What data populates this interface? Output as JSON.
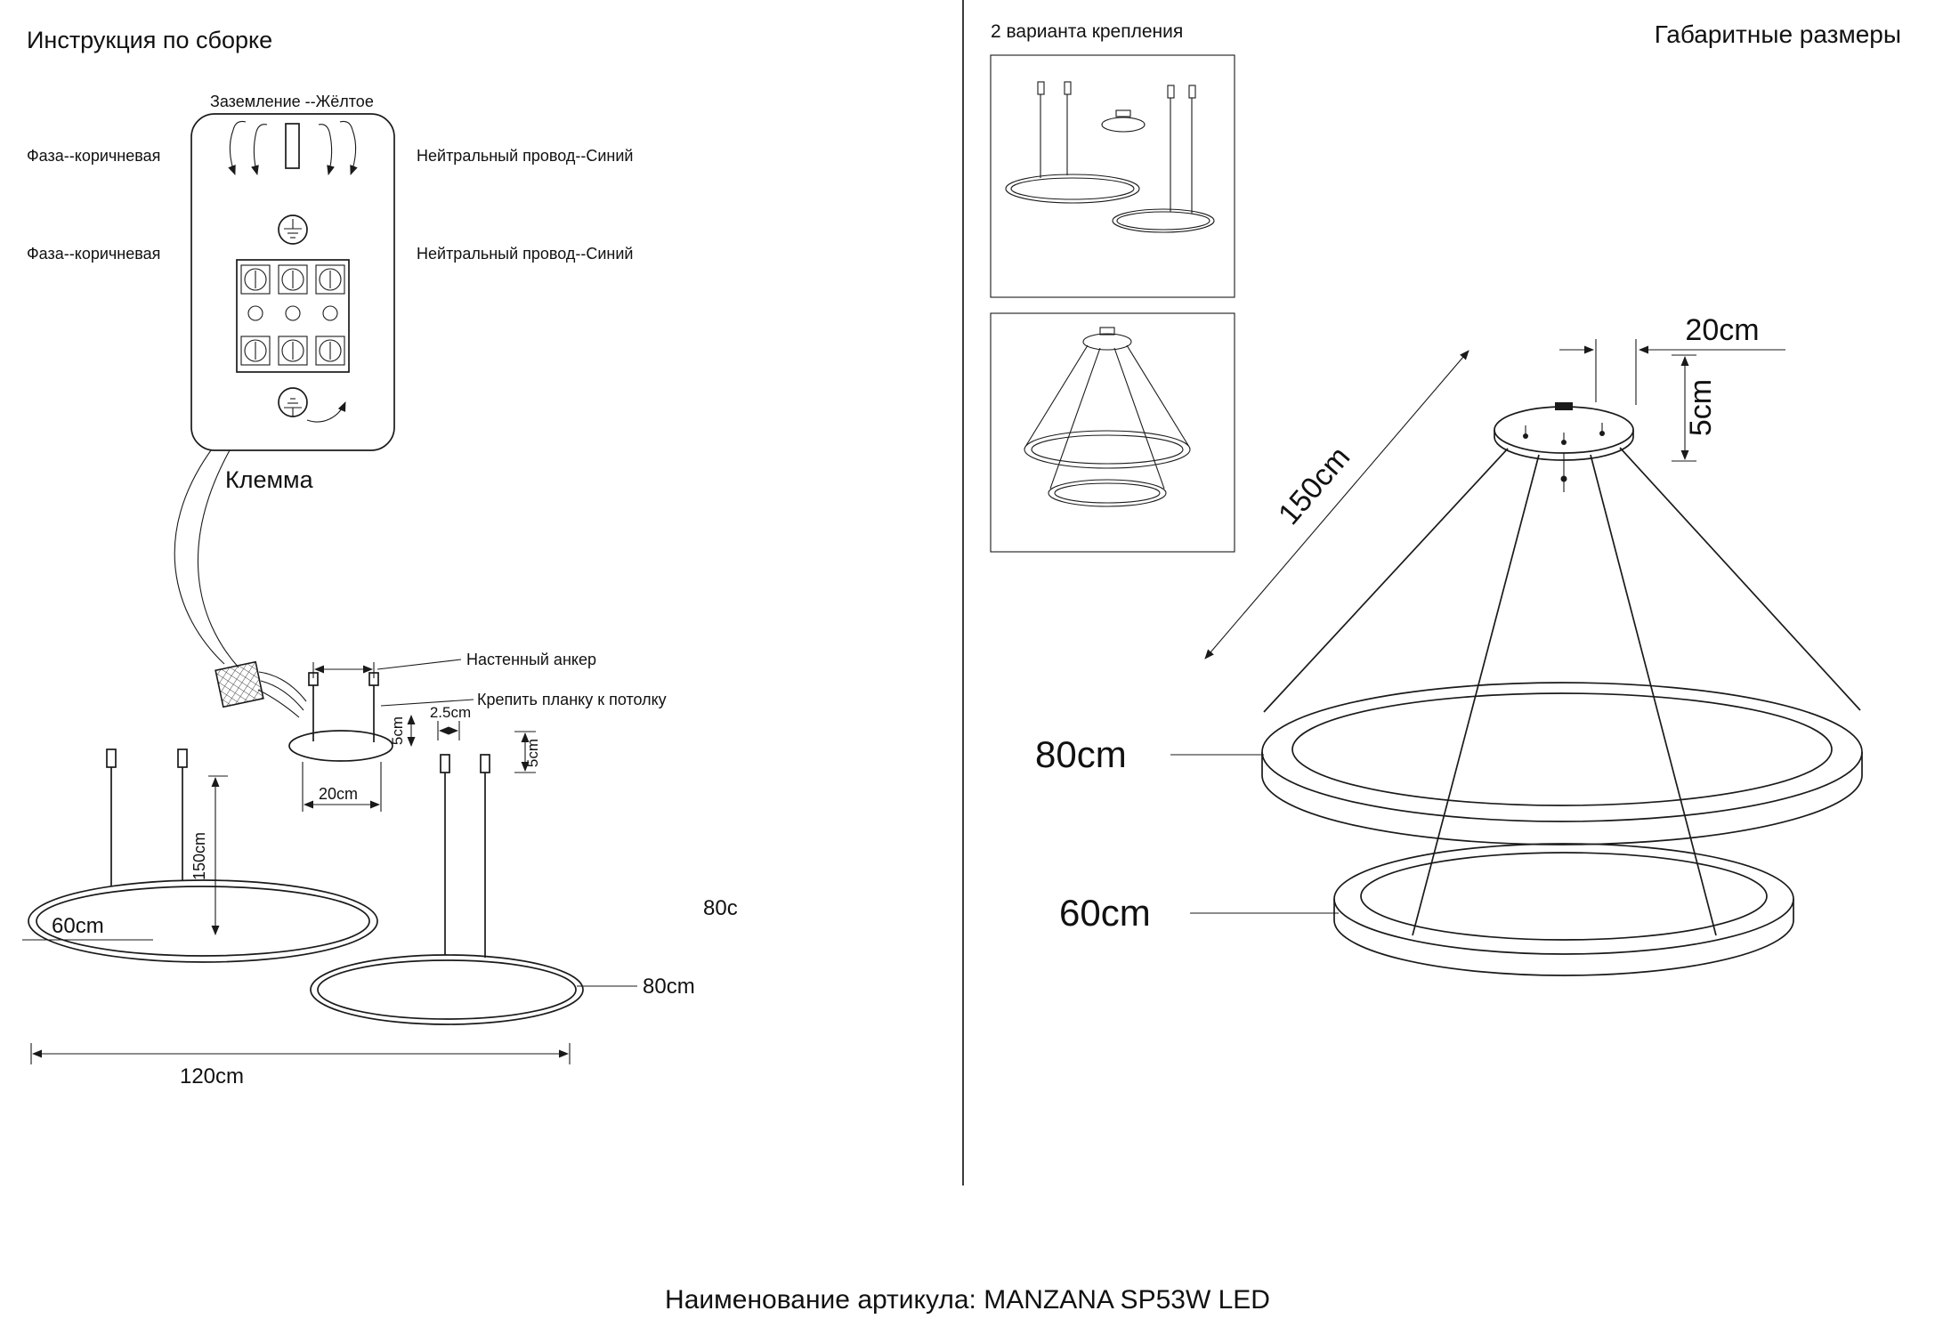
{
  "colors": {
    "ink": "#1a1a1a",
    "bg": "#ffffff"
  },
  "assembly": {
    "title": "Инструкция по сборке",
    "wiring": {
      "ground": "Заземление --Жёлтое",
      "phase_top": "Фаза--коричневая",
      "neutral_top": "Нейтральный провод--Синий",
      "phase_bottom": "Фаза--коричневая",
      "neutral_bottom": "Нейтральный провод--Синий",
      "terminal": "Клемма"
    },
    "callouts": {
      "wall_anchor": "Настенный анкер",
      "attach_plank": "Крепить планку к потолку"
    },
    "dims": {
      "plate_width": "20cm",
      "plate_height": "5cm",
      "anchor_spacing": "2.5cm",
      "anchor_height": "5cm",
      "suspension": "150cm",
      "small_ring": "60cm",
      "large_ring": "80cm",
      "large_ring_partial": "80c",
      "overall_width": "120cm"
    }
  },
  "mounting_variants": {
    "title": "2 варианта крепления"
  },
  "overall_dimensions": {
    "title": "Габаритные размеры",
    "dims": {
      "plate_width": "20cm",
      "plate_height": "5cm",
      "suspension": "150cm",
      "large_ring": "80cm",
      "small_ring": "60cm"
    }
  },
  "footer": {
    "article_name": "Наименование артикула: MANZANA SP53W LED"
  }
}
